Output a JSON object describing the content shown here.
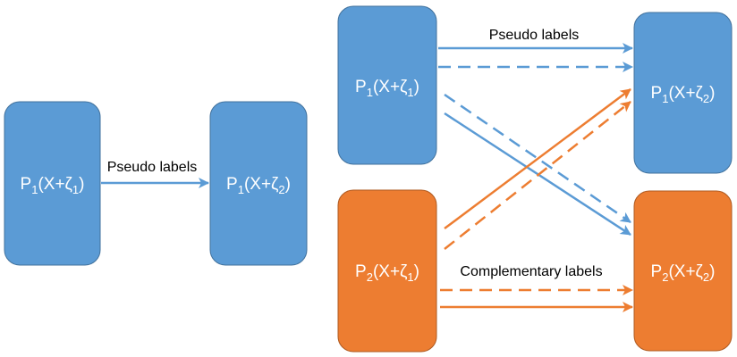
{
  "colors": {
    "blue": "#5b9bd5",
    "orange": "#ed7d31",
    "box_stroke": "#41719c",
    "box_stroke_orange": "#ae5a21",
    "text": "#ffffff"
  },
  "left_diagram": {
    "source": {
      "base": "P",
      "sub": "1",
      "mid": "(X+ζ",
      "zsub": "1",
      "end": ")"
    },
    "target": {
      "base": "P",
      "sub": "1",
      "mid": "(X+ζ",
      "zsub": "2",
      "end": ")"
    },
    "edge_label": "Pseudo labels"
  },
  "right_diagram": {
    "top_left": {
      "base": "P",
      "sub": "1",
      "mid": "(X+ζ",
      "zsub": "1",
      "end": ")"
    },
    "bottom_left": {
      "base": "P",
      "sub": "2",
      "mid": "(X+ζ",
      "zsub": "1",
      "end": ")"
    },
    "top_right": {
      "base": "P",
      "sub": "1",
      "mid": "(X+ζ",
      "zsub": "2",
      "end": ")"
    },
    "bottom_right": {
      "base": "P",
      "sub": "2",
      "mid": "(X+ζ",
      "zsub": "2",
      "end": ")"
    },
    "pseudo_label": "Pseudo labels",
    "complementary_label": "Complementary labels"
  }
}
